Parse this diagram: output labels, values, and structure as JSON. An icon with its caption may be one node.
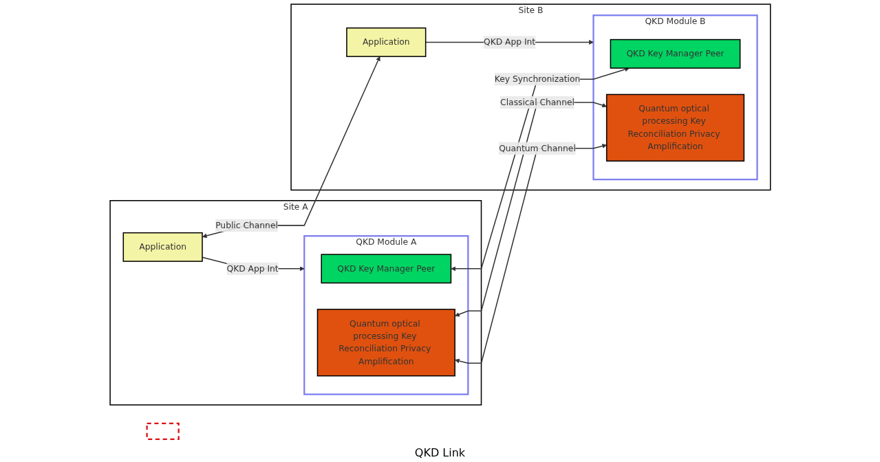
{
  "diagram": {
    "nodes": [
      {
        "text": [
          "Site A"
        ]
      },
      {
        "text": [
          "Application"
        ],
        "in": 0
      },
      {
        "text": [
          "Site B"
        ]
      },
      {
        "text": [
          "Application"
        ],
        "in": 2
      },
      {
        "text": [
          "QKD Module A"
        ],
        "in": 0
      },
      {
        "text": [
          "QKD Key Manager Peer"
        ],
        "in": 4
      },
      {
        "text": [
          "Quantum optical processing Key Reconciliation Privacy Amplification"
        ],
        "in": 4
      },
      {
        "text": [
          "QKD Module B"
        ],
        "in": 2
      },
      {
        "text": [
          "QKD Key Manager Peer"
        ],
        "in": 7
      },
      {
        "text": [
          "Quantum optical processing Key Reconciliation Privacy Amplification"
        ],
        "in": 7
      },
      {
        "text": [],
        "shape": "box"
      }
    ],
    "edges": [
      {
        "from": 1,
        "to": 3,
        "arrow": "both",
        "label": "Public Channel"
      },
      {
        "from": 1,
        "to": 4,
        "arrow": "to",
        "label": "QKD App Int"
      },
      {
        "from": 3,
        "to": 7,
        "arrow": "to",
        "label": "QKD App Int"
      },
      {
        "from": 5,
        "to": 8,
        "arrow": "both",
        "label": "Key Synchronization"
      },
      {
        "from": 6,
        "to": 9,
        "arrow": "both",
        "label": "Classical Channel"
      },
      {
        "from": 6,
        "to": 9,
        "arrow": "both",
        "label": "Quantum Channel"
      }
    ],
    "labels": [
      "QKD Link"
    ]
  }
}
